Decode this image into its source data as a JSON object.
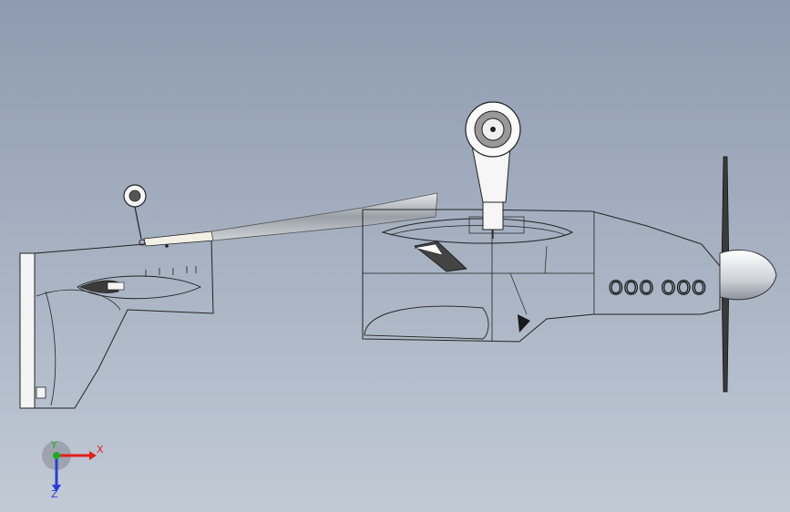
{
  "viewport": {
    "colors": {
      "line": "#2a2a2a",
      "fill": "#f2f2f2",
      "metal": "#b8bcc2",
      "shadow": "#3a3a3a"
    }
  },
  "model": {
    "fuselage_marking": "OOO OOO"
  },
  "triad": {
    "x_label": "X",
    "y_label": "Y",
    "z_label": "Z",
    "colors": {
      "x": "#e0201c",
      "y": "#1faa2a",
      "z": "#2a3cd8"
    }
  }
}
